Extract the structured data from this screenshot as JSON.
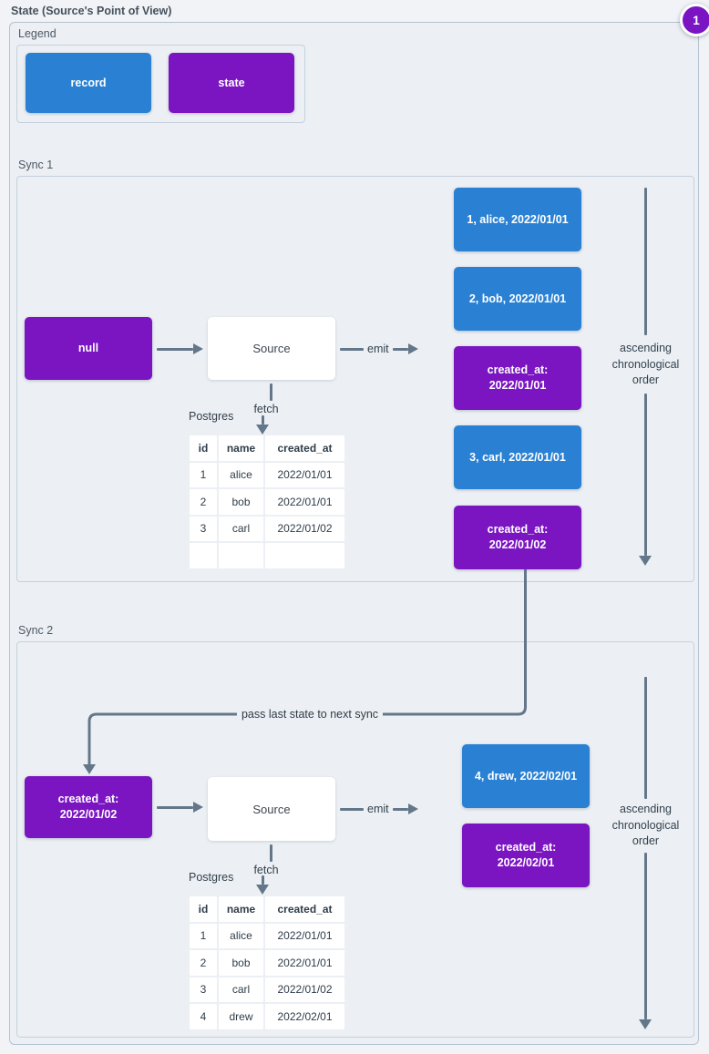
{
  "title": "State (Source's Point of View)",
  "badge": {
    "label": "1"
  },
  "colors": {
    "record_blue": "#2a81d3",
    "state_purple": "#7a15c1",
    "arrow_gray": "#64778a",
    "panel_background": "#ecf0f4"
  },
  "legend": {
    "label": "Legend",
    "record_label": "record",
    "state_label": "state"
  },
  "connector": {
    "label": "pass last state to next sync"
  },
  "sync1": {
    "label": "Sync 1",
    "input_state": "null",
    "source_label": "Source",
    "emit_label": "emit",
    "fetch_label": "fetch",
    "db_label": "Postgres",
    "table": {
      "headers": [
        "id",
        "name",
        "created_at"
      ],
      "rows": [
        [
          "1",
          "alice",
          "2022/01/01"
        ],
        [
          "2",
          "bob",
          "2022/01/01"
        ],
        [
          "3",
          "carl",
          "2022/01/02"
        ],
        [
          "",
          "",
          ""
        ]
      ]
    },
    "outputs": [
      {
        "type": "record",
        "text": "1, alice, 2022/01/01"
      },
      {
        "type": "record",
        "text": "2, bob, 2022/01/01"
      },
      {
        "type": "state",
        "text": "created_at: 2022/01/01"
      },
      {
        "type": "record",
        "text": "3, carl, 2022/01/01"
      },
      {
        "type": "state",
        "text": "created_at: 2022/01/02"
      }
    ],
    "order_note": {
      "line1": "ascending",
      "line2": "chronological",
      "line3": "order"
    }
  },
  "sync2": {
    "label": "Sync 2",
    "input_state": "created_at: 2022/01/02",
    "source_label": "Source",
    "emit_label": "emit",
    "fetch_label": "fetch",
    "db_label": "Postgres",
    "table": {
      "headers": [
        "id",
        "name",
        "created_at"
      ],
      "rows": [
        [
          "1",
          "alice",
          "2022/01/01"
        ],
        [
          "2",
          "bob",
          "2022/01/01"
        ],
        [
          "3",
          "carl",
          "2022/01/02"
        ],
        [
          "4",
          "drew",
          "2022/02/01"
        ]
      ]
    },
    "outputs": [
      {
        "type": "record",
        "text": "4, drew, 2022/02/01"
      },
      {
        "type": "state",
        "text": "created_at: 2022/02/01"
      }
    ],
    "order_note": {
      "line1": "ascending",
      "line2": "chronological",
      "line3": "order"
    }
  }
}
